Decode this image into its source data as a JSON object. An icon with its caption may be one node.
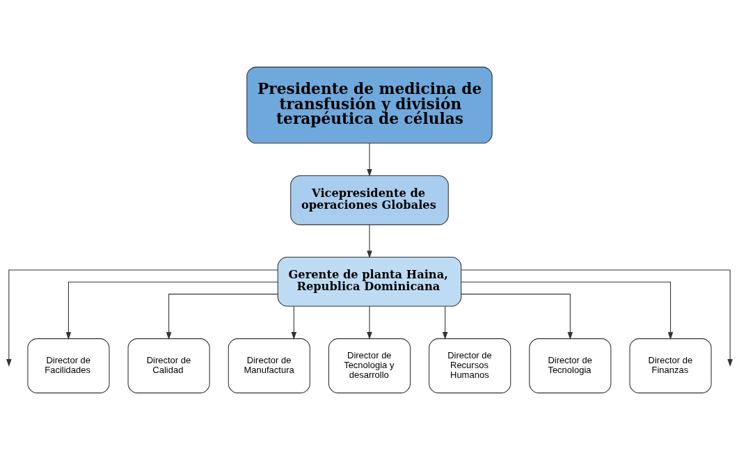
{
  "diagram": {
    "nodes": [
      {
        "text": [
          "Presidente de medicina de transfusión y división terapéutica de células"
        ]
      },
      {
        "text": [
          "Vicepresidente de operaciones Globales"
        ]
      },
      {
        "text": [
          "Gerente de planta Haina, Republica Dominicana"
        ]
      },
      {
        "text": [
          "Director de Facilidades"
        ]
      },
      {
        "text": [
          "Director de Calidad"
        ]
      },
      {
        "text": [
          "Director de Manufactura"
        ]
      },
      {
        "text": [
          "Director de Tecnologia y desarrollo"
        ]
      },
      {
        "text": [
          "Director de Recursos Humanos"
        ]
      },
      {
        "text": [
          "Director de Tecnologia"
        ]
      },
      {
        "text": [
          "Director de Finanzas"
        ]
      }
    ],
    "edges": [
      {
        "from": 0,
        "to": 1,
        "arrow": "to"
      },
      {
        "from": 1,
        "to": 2,
        "arrow": "to"
      },
      {
        "from": 2,
        "to": null,
        "arrow": "to"
      },
      {
        "from": 2,
        "to": 3,
        "arrow": "to"
      },
      {
        "from": 2,
        "to": 4,
        "arrow": "to"
      },
      {
        "from": 2,
        "to": 5,
        "arrow": "to"
      },
      {
        "from": 2,
        "to": 6,
        "arrow": "to"
      },
      {
        "from": 2,
        "to": 7,
        "arrow": "to"
      },
      {
        "from": 2,
        "to": 8,
        "arrow": "to"
      },
      {
        "from": 2,
        "to": 9,
        "arrow": "to"
      },
      {
        "from": 2,
        "to": null,
        "arrow": "to"
      }
    ]
  }
}
